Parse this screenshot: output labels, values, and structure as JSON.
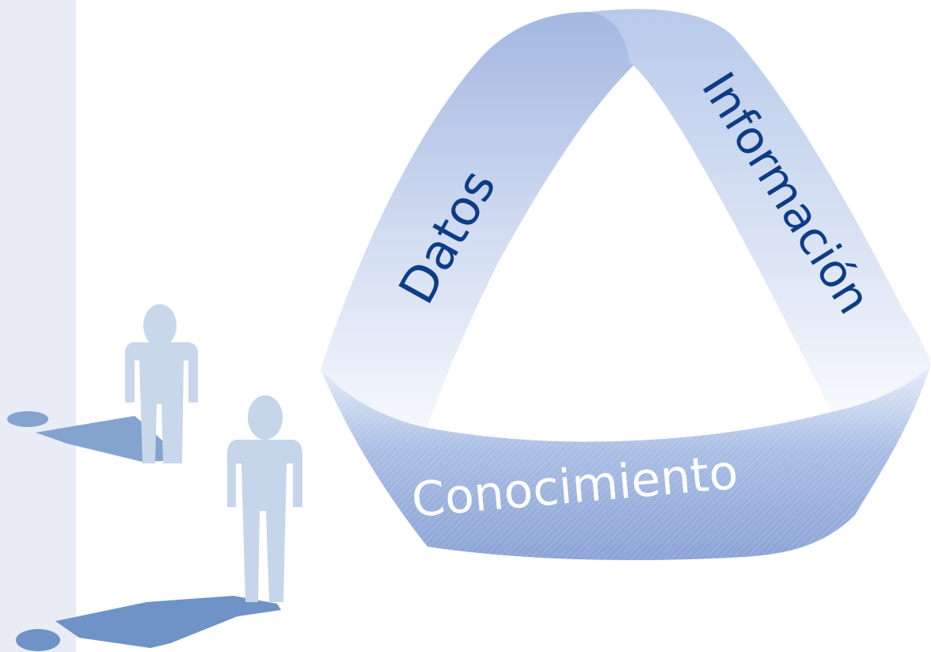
{
  "labels": {
    "datos": "Datos",
    "informacion": "Información",
    "conocimiento": "Conocimiento"
  },
  "colors": {
    "strip": "#e9ecf6",
    "band_light": "#dfe7f6",
    "band_mid": "#b3c4e6",
    "band_dark": "#8ea5d6",
    "label_text": "#0d3d86",
    "figure": "#c7d7ea",
    "shadow": "#7f9fcc"
  }
}
